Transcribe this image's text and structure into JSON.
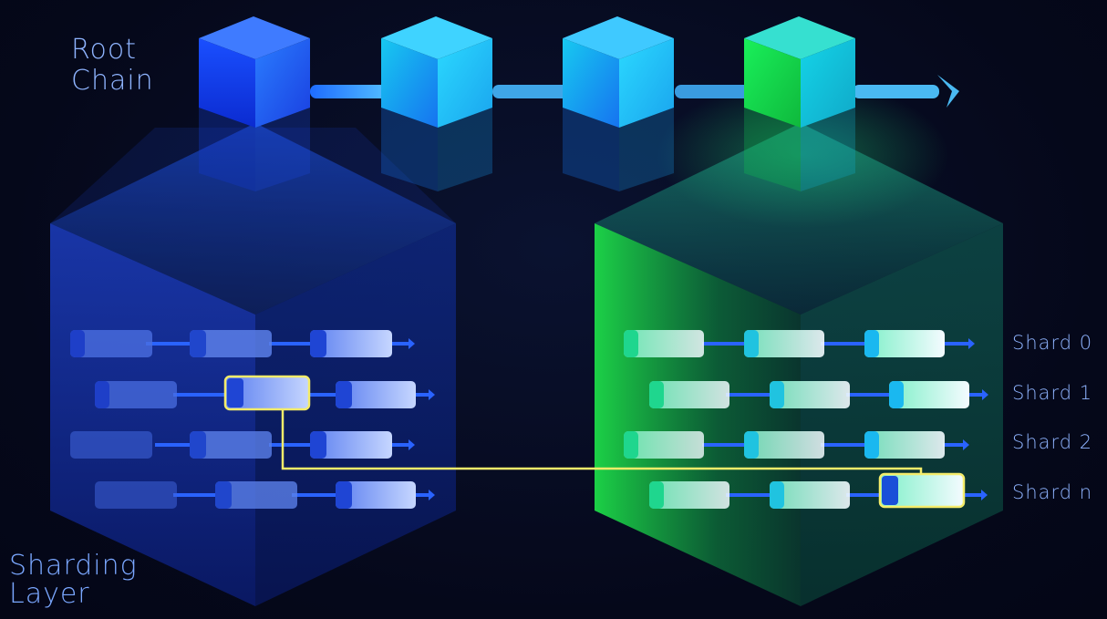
{
  "root_chain": {
    "label_line1": "Root",
    "label_line2": "Chain",
    "blocks": [
      {
        "color": "blue"
      },
      {
        "color": "cyan"
      },
      {
        "color": "cyan"
      },
      {
        "color": "green"
      }
    ]
  },
  "sharding_layer": {
    "label_line1": "Sharding",
    "label_line2": "Layer"
  },
  "shards": [
    {
      "label": "Shard 0"
    },
    {
      "label": "Shard 1"
    },
    {
      "label": "Shard 2"
    },
    {
      "label": "Shard n"
    }
  ],
  "colors": {
    "background": "#05081a",
    "blue_accent": "#1f5dff",
    "cyan_accent": "#19c9f0",
    "green_accent": "#1ef06a",
    "highlight_link": "#f4ec6a",
    "label_text": "#8fb4ff"
  }
}
